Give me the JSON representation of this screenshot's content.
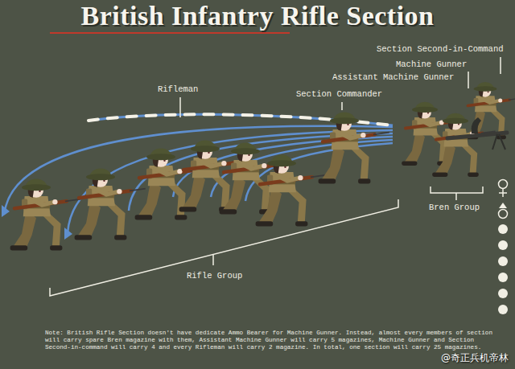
{
  "diagram": {
    "title": "British Infantry Rifle Section",
    "labels": [
      "Section Second-in-Command",
      "Machine Gunner",
      "Assistant Machine Gunner",
      "Rifleman",
      "Section Commander",
      "Bren Group",
      "Rifle Group",
      "Note: British Rifle Section doesn't have dedicate Ammo Bearer for Machine Gunner. Instead, almost every members of section will carry spare Bren magazine with them, Assistant Machine Gunner will carry 5 magazines, Machine Gunner and Section Second-in-command will carry 4 and every Rifleman will carry 2 magazine. In total, one section will carry 25 magazines.",
      "@奇正兵机帝林"
    ]
  }
}
